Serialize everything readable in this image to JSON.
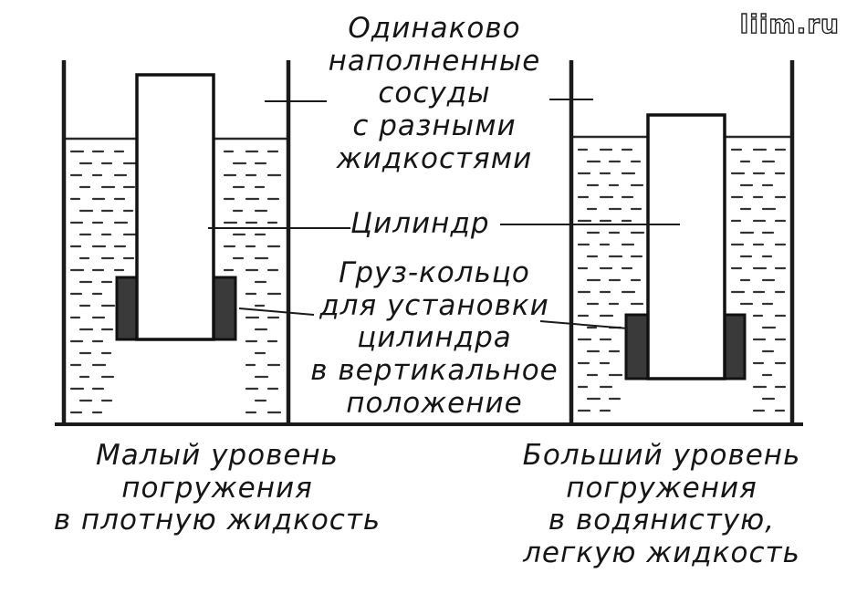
{
  "watermark": "liim.ru",
  "labels": {
    "vessels": "Одинаково\nнаполненные\nсосуды\nс разными\nжидкостями",
    "cylinder": "Цилиндр",
    "weight": "Груз-кольцо\nдля установки\nцилиндра\nв вертикальное\nположение",
    "left_caption": "Малый уровень\nпогружения\nв плотную жидкость",
    "right_caption": "Больший уровень\nпогружения\nв водянистую,\nлегкую жидкость"
  }
}
